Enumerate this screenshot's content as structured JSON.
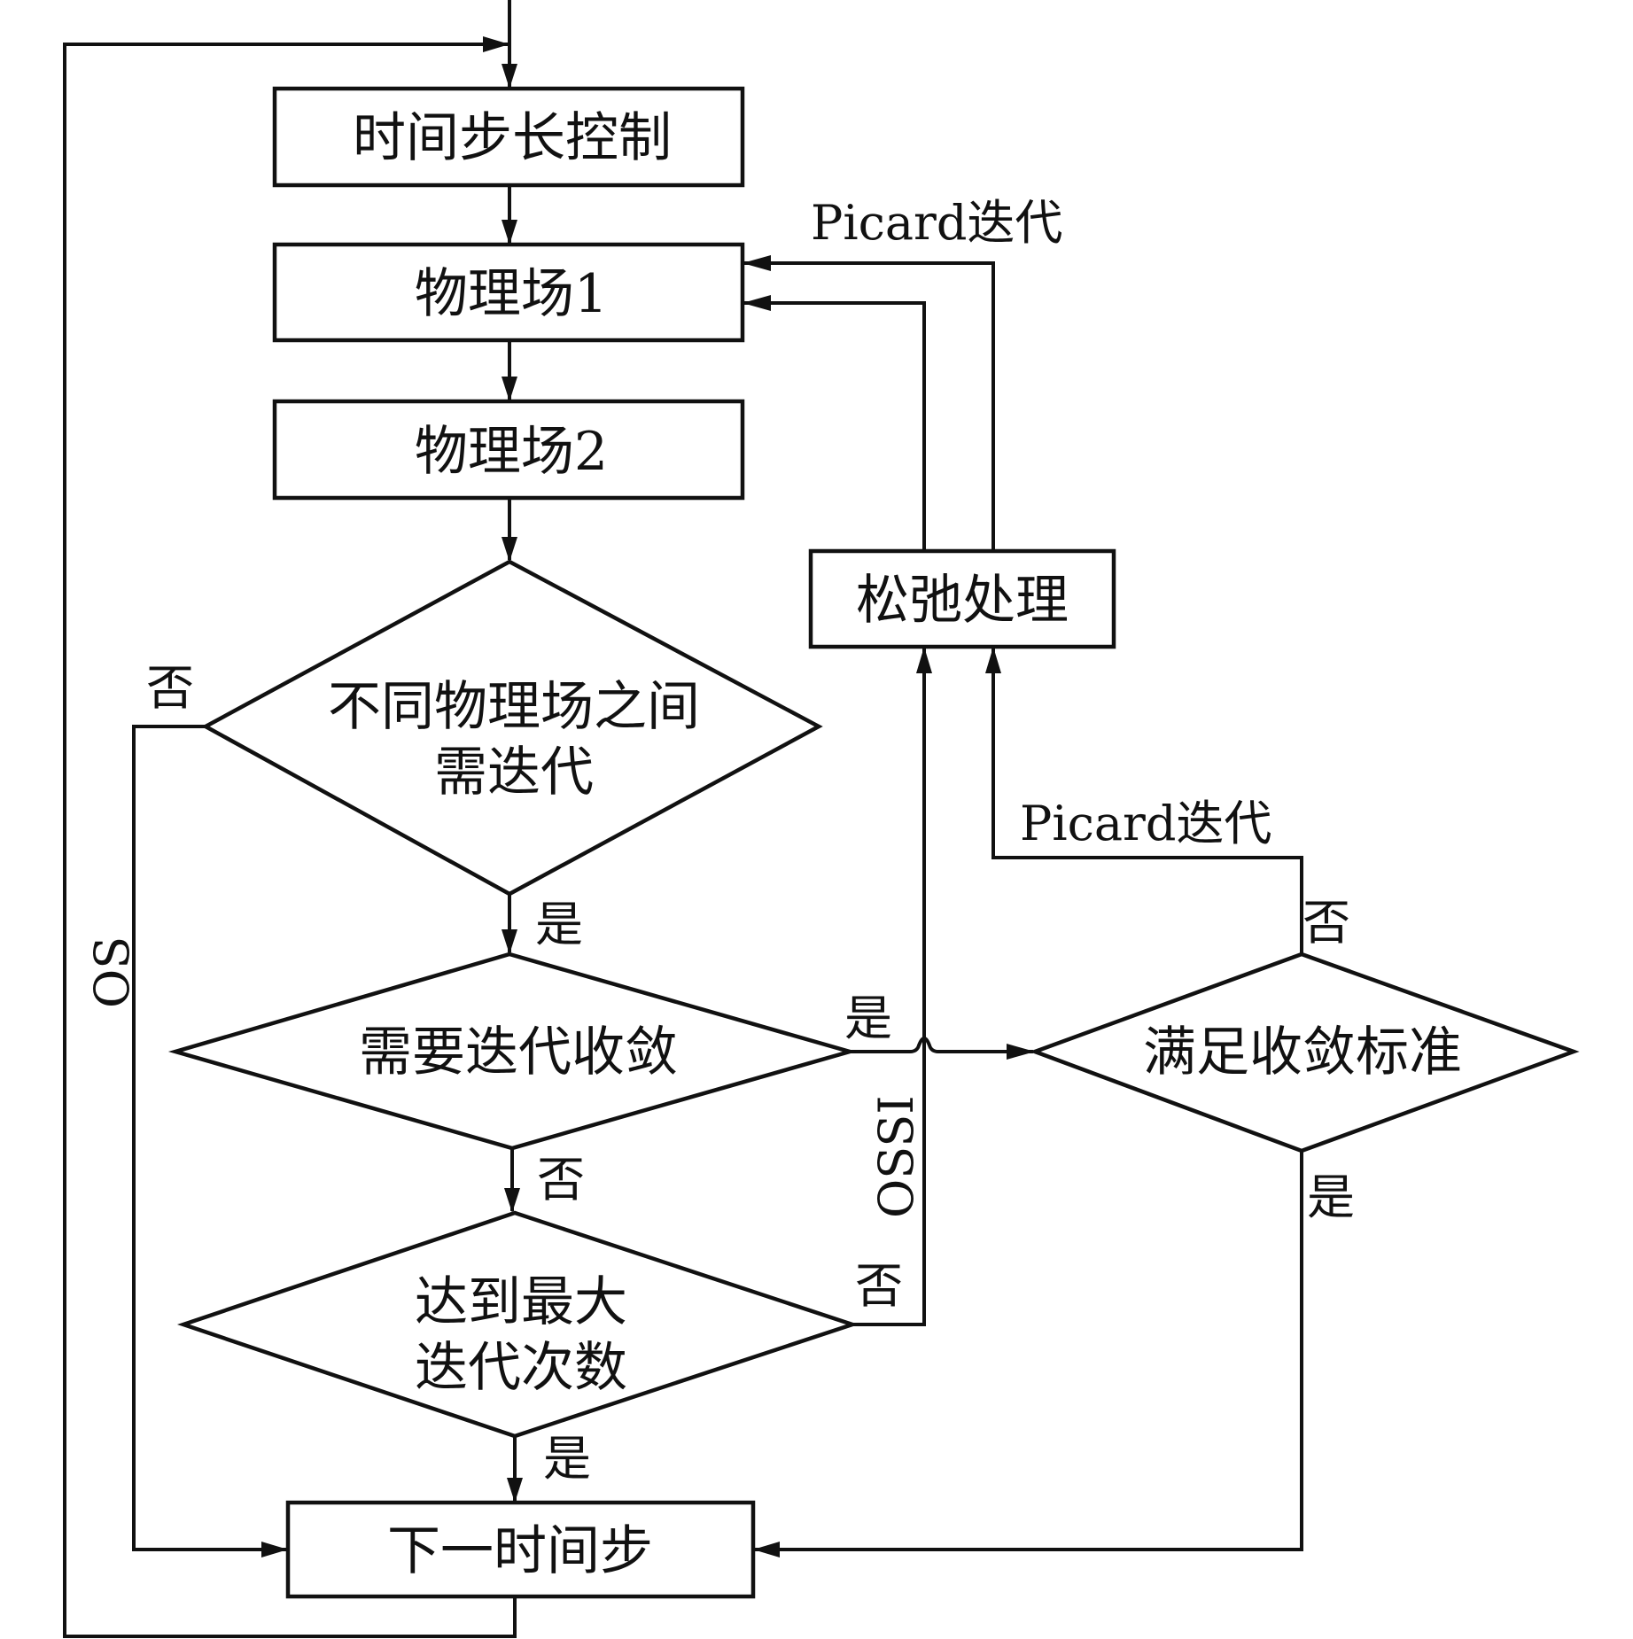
{
  "diagram": {
    "type": "flowchart",
    "nodes": {
      "time_step_control": "时间步长控制",
      "physics_field_1": "物理场1",
      "physics_field_2": "物理场2",
      "need_iteration_between_fields": [
        "不同物理场之间",
        "需迭代"
      ],
      "need_iteration_convergence": "需要迭代收敛",
      "reach_max_iterations": [
        "达到最大",
        "迭代次数"
      ],
      "next_time_step": "下一时间步",
      "relaxation": "松弛处理",
      "meet_convergence_criteria": "满足收敛标准"
    },
    "edge_labels": {
      "yes": "是",
      "no": "否",
      "picard_top": "Picard迭代",
      "picard_bottom": "Picard迭代",
      "os": "OS",
      "ossi": "OSSI"
    },
    "edges": [
      {
        "from": "time_step_control",
        "to": "physics_field_1"
      },
      {
        "from": "physics_field_1",
        "to": "physics_field_2"
      },
      {
        "from": "physics_field_2",
        "to": "need_iteration_between_fields"
      },
      {
        "from": "need_iteration_between_fields",
        "to": "need_iteration_convergence",
        "label": "是"
      },
      {
        "from": "need_iteration_between_fields",
        "to": "next_time_step",
        "label": "否",
        "method": "OS"
      },
      {
        "from": "need_iteration_convergence",
        "to": "meet_convergence_criteria",
        "label": "是"
      },
      {
        "from": "need_iteration_convergence",
        "to": "reach_max_iterations",
        "label": "否"
      },
      {
        "from": "reach_max_iterations",
        "to": "next_time_step",
        "label": "是"
      },
      {
        "from": "reach_max_iterations",
        "to": "relaxation",
        "label": "否",
        "method": "OSSI"
      },
      {
        "from": "meet_convergence_criteria",
        "to": "relaxation",
        "label": "否",
        "method": "Picard迭代"
      },
      {
        "from": "meet_convergence_criteria",
        "to": "next_time_step",
        "label": "是"
      },
      {
        "from": "relaxation",
        "to": "physics_field_1",
        "method": "Picard迭代"
      },
      {
        "from": "relaxation",
        "to": "physics_field_1"
      },
      {
        "from": "next_time_step",
        "to": "time_step_control"
      }
    ]
  }
}
